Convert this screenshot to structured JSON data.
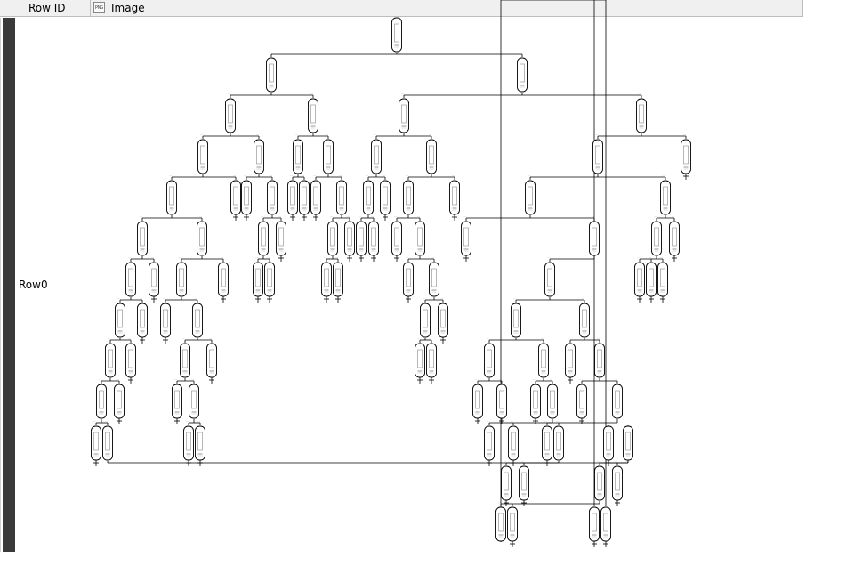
{
  "table": {
    "header": {
      "row_id_label": "Row ID",
      "image_label": "Image",
      "image_type_icon": "png-icon",
      "image_type_text": "PNG"
    },
    "rows": [
      {
        "id": "Row0"
      }
    ]
  },
  "colors": {
    "header_bg": "#f0f0f0",
    "row_selector": "#3a3a3a",
    "tree_line": "#000000"
  }
}
